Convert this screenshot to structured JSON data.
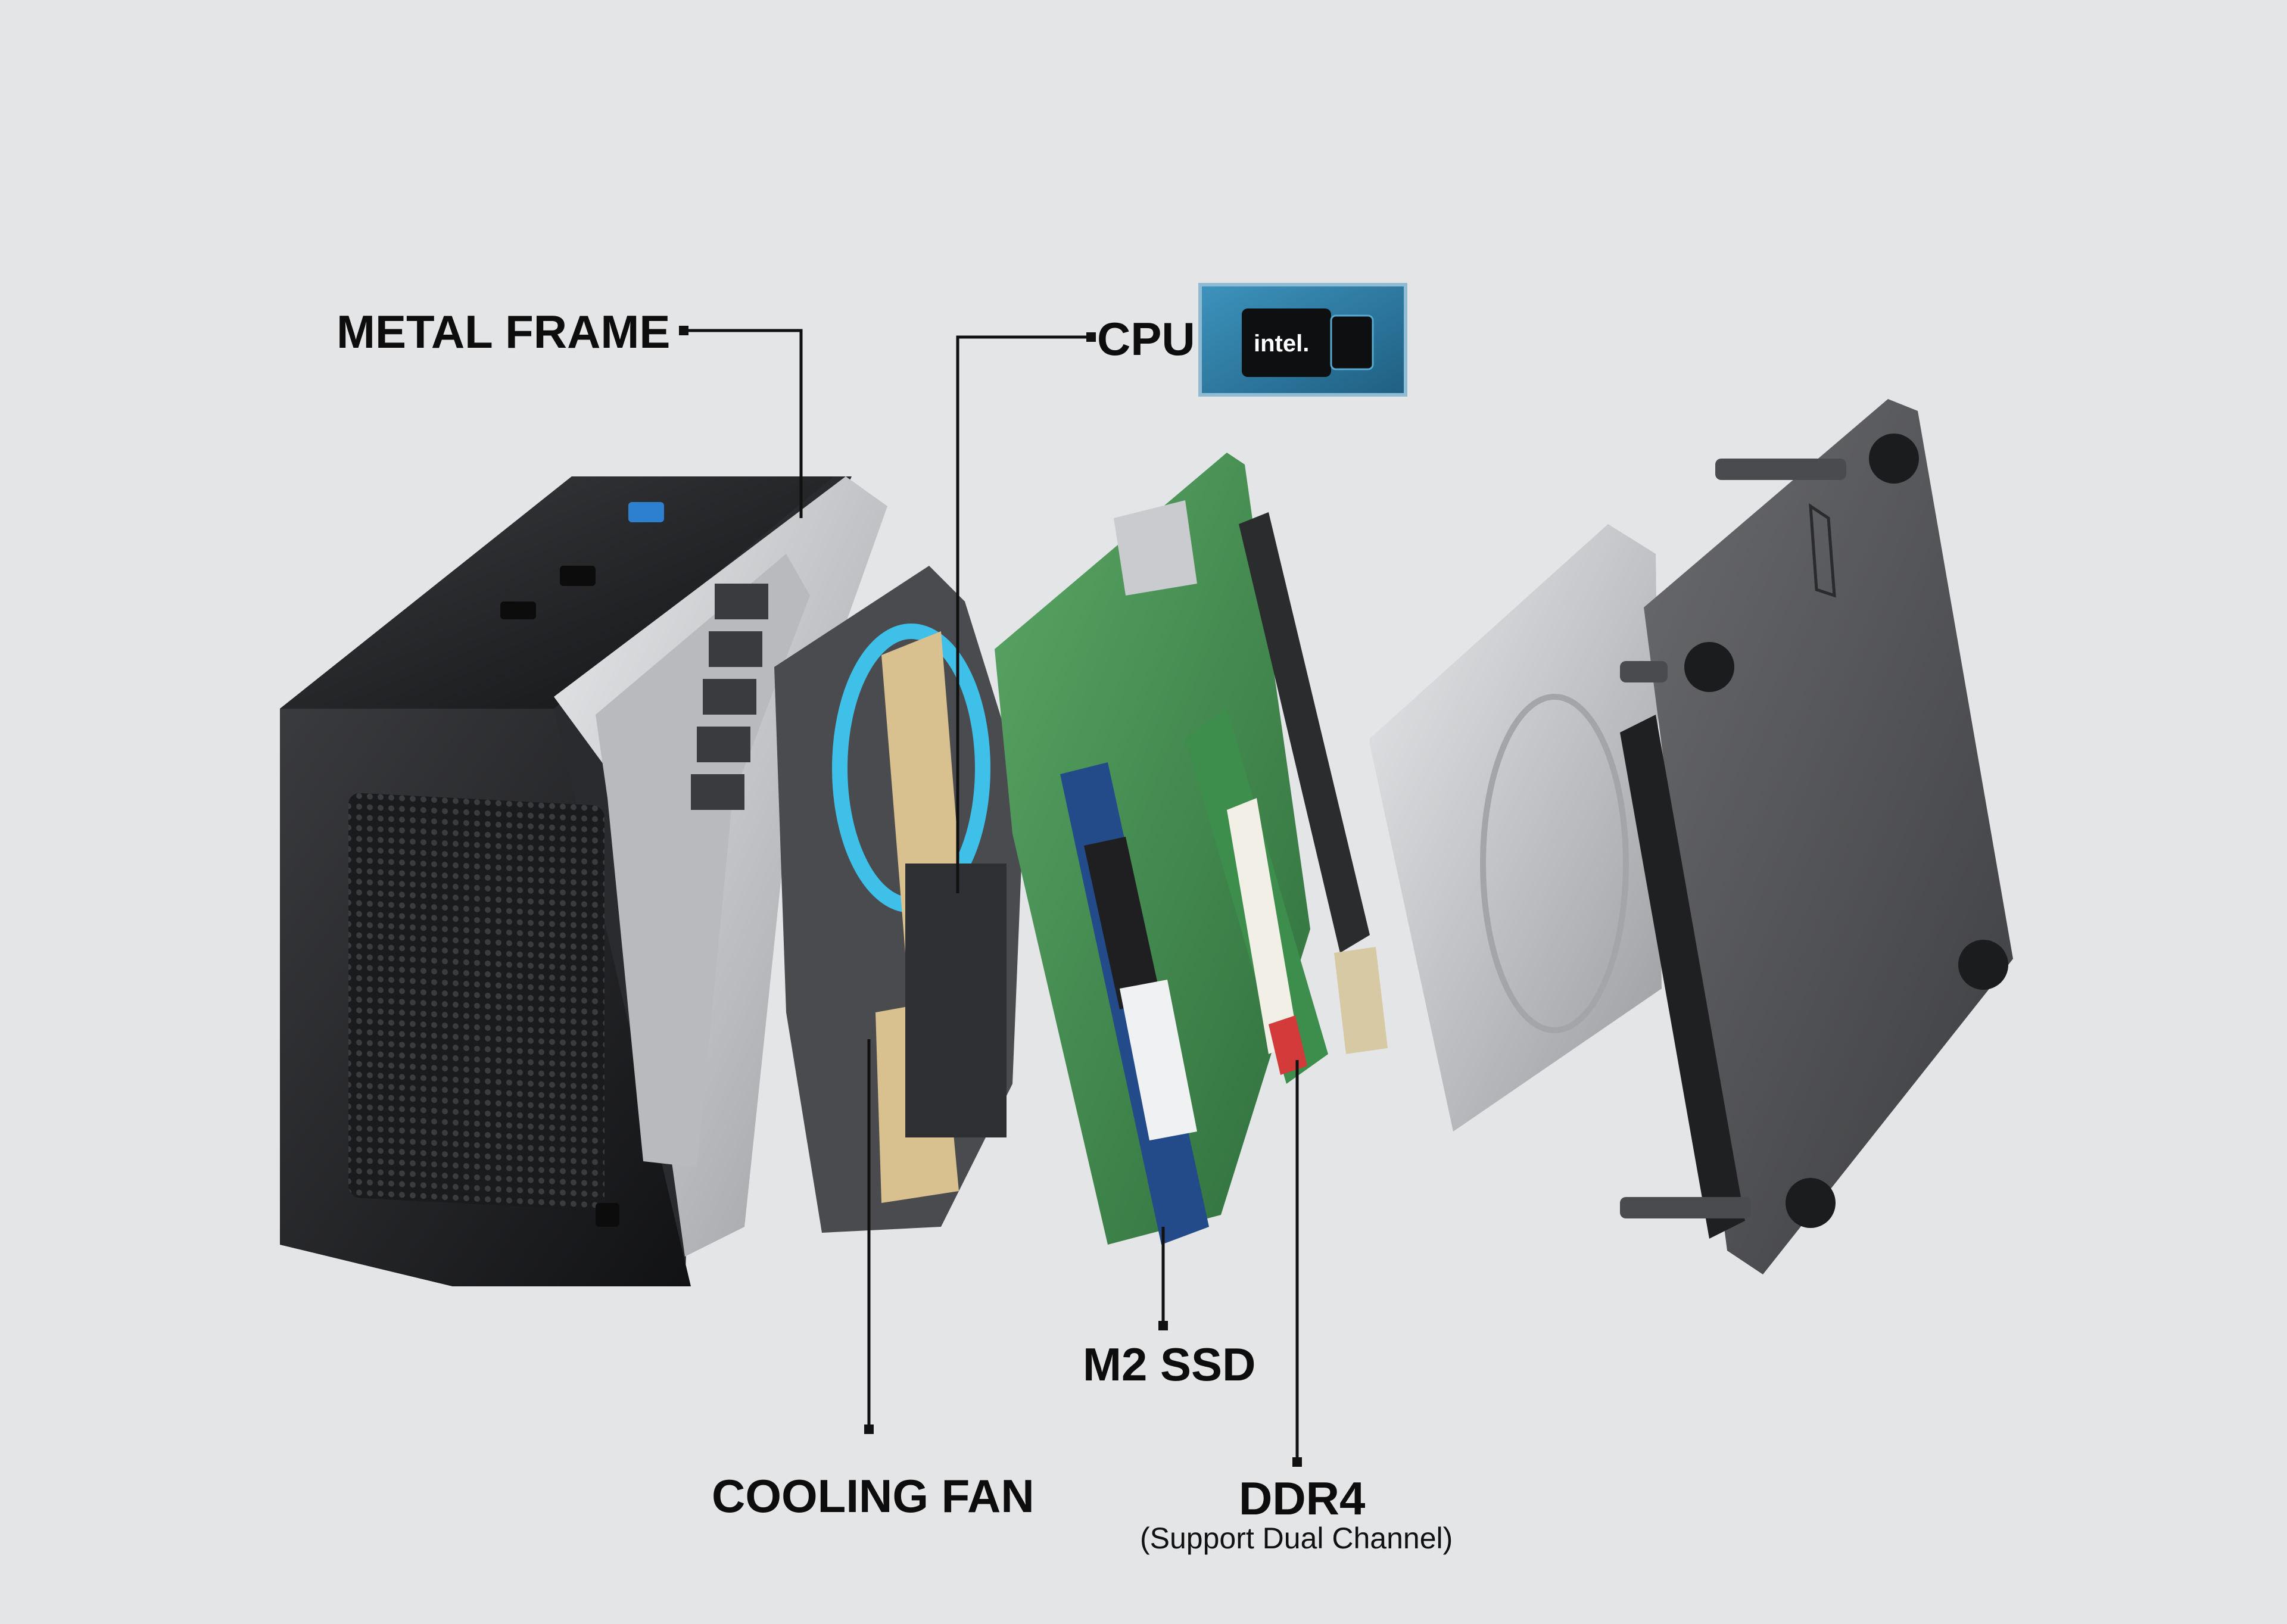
{
  "labels": {
    "metal_frame": "METAL FRAME",
    "cpu": "CPU",
    "cooling_fan": "COOLING FAN",
    "m2_ssd": "M2 SSD",
    "ddr4": "DDR4",
    "ddr4_note": "(Support Dual Channel)"
  },
  "cpu_chip": {
    "brand": "intel."
  },
  "colors": {
    "background": "#e4e5e7",
    "leader_line": "#111111",
    "chip_blue": "#2a7aa3",
    "fan_accent": "#3fc0e8",
    "pcb_green": "#3f8a4e"
  }
}
